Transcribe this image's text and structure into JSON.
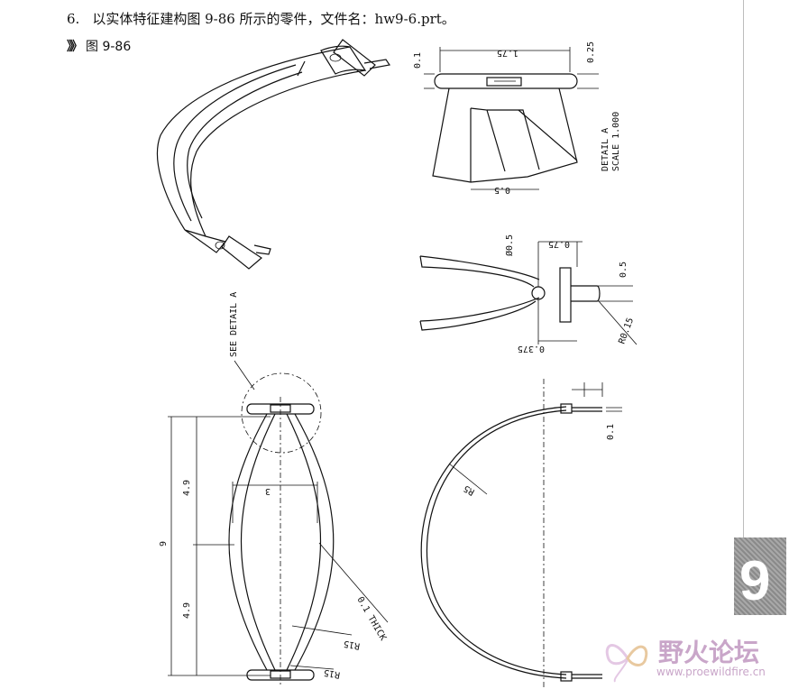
{
  "header": {
    "item_number": "6.",
    "instruction": "以实体特征建构图 9-86 所示的零件，文件名：hw9-6.prt。",
    "figure_arrow": "》》",
    "figure_label": "图 9-86"
  },
  "drawing": {
    "detail_title": "DETAIL  A",
    "detail_scale": "SCALE  1.000",
    "see_detail": "SEE DETAIL  A",
    "dims": {
      "top_width": "1.75",
      "top_left_thk": "0.1",
      "top_right_h": "0.25",
      "top_bottom_w": "0.5",
      "diameter": "Ø0.5",
      "right_offset": "0.75",
      "pin_dia": "0.5",
      "pin_radius": "R0.15",
      "bottom_offset": "0.375",
      "total_height": "9",
      "upper_half": "4.9",
      "lower_half": "4.9",
      "width": "3",
      "thick": "0.1 THICK",
      "radius_a": "R15",
      "radius_b": "R15",
      "arc_radius": "R5",
      "arc_thk": "0.1"
    }
  },
  "chapter_tab": {
    "number": "9",
    "color": "#9a9a9a"
  },
  "watermark": {
    "name": "野火论坛",
    "url": "www.proewildfire.cn",
    "color": "#c9a6c9"
  }
}
